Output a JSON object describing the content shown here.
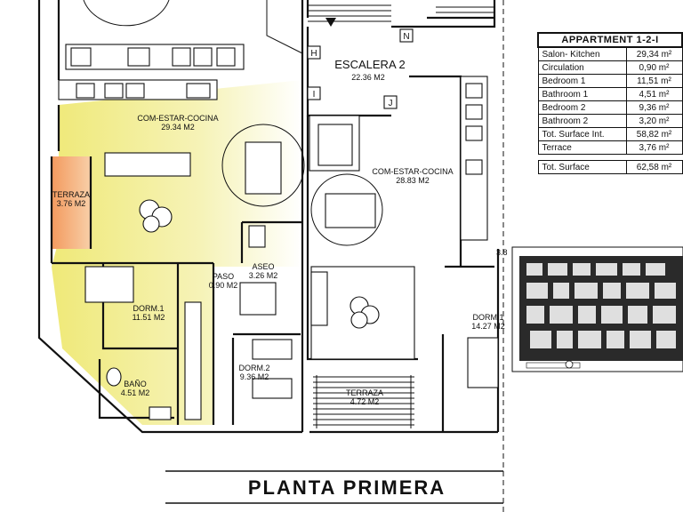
{
  "plan": {
    "title": "PLANTA PRIMERA",
    "stair_name": "ESCALERA 2",
    "stair_area": "22.36 M2",
    "stair_marks": [
      "N",
      "H",
      "I",
      "J"
    ],
    "rooms_left": [
      {
        "name": "COM-ESTAR-COCINA",
        "area": "29.34 M2"
      },
      {
        "name": "TERRAZA",
        "area": "3.76 M2"
      },
      {
        "name": "PASO",
        "area": "0.90 M2"
      },
      {
        "name": "ASEO",
        "area": "3.26 M2"
      },
      {
        "name": "DORM.1",
        "area": "11.51 M2"
      },
      {
        "name": "DORM.2",
        "area": "9.36 M2"
      },
      {
        "name": "BAÑO",
        "area": "4.51 M2"
      }
    ],
    "rooms_right": [
      {
        "name": "COM-ESTAR-COCINA",
        "area": "28.83 M2"
      },
      {
        "name": "TERRAZA",
        "area": "4.72 M2"
      },
      {
        "name": "DORM.1",
        "area": "14.27 M2"
      }
    ],
    "partial_label": "3.8",
    "highlight_color": "#f2ee9a",
    "terrace_color": "#f2a874"
  },
  "table": {
    "title": "APPARTMENT 1-2-I",
    "rows": [
      {
        "label": "Salon- Kitchen",
        "value": "29,34 m²"
      },
      {
        "label": "Circulation",
        "value": "0,90 m²"
      },
      {
        "label": "Bedroom 1",
        "value": "11,51 m²"
      },
      {
        "label": "Bathroom 1",
        "value": "4,51 m²"
      },
      {
        "label": "Bedroom 2",
        "value": "9,36 m²"
      },
      {
        "label": "Bathroom 2",
        "value": "3,20 m²"
      }
    ],
    "subtotal": {
      "label": "Tot. Surface Int.",
      "value": "58,82 m²"
    },
    "terrace": {
      "label": "Terrace",
      "value": "3,76 m²"
    },
    "total": {
      "label": "Tot. Surface",
      "value": "62,58 m²"
    }
  }
}
